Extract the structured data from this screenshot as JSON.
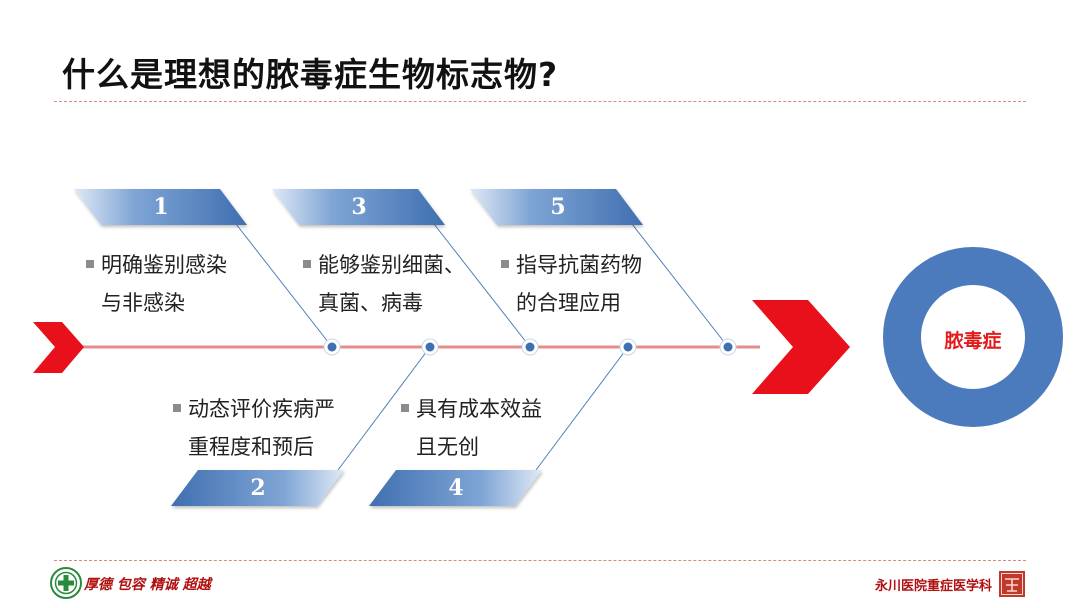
{
  "title": "什么是理想的脓毒症生物标志物?",
  "items": [
    {
      "number": "1",
      "line1": "明确鉴别感染",
      "line2": "与非感染"
    },
    {
      "number": "2",
      "line1": "动态评价疾病严",
      "line2": "重程度和预后"
    },
    {
      "number": "3",
      "line1": "能够鉴别细菌、",
      "line2": "真菌、病毒"
    },
    {
      "number": "4",
      "line1": "具有成本效益",
      "line2": "且无创"
    },
    {
      "number": "5",
      "line1": "指导抗菌药物",
      "line2": "的合理应用"
    }
  ],
  "outcome": "脓毒症",
  "footer": {
    "motto": "厚德 包容 精诚 超越",
    "department": "永川医院重症医学科"
  },
  "colors": {
    "spine": "#e58c8c",
    "arrow": "#e8101a",
    "band": "#4f7fbb",
    "ring": "#4c7bbd",
    "footer_text": "#b01010"
  }
}
